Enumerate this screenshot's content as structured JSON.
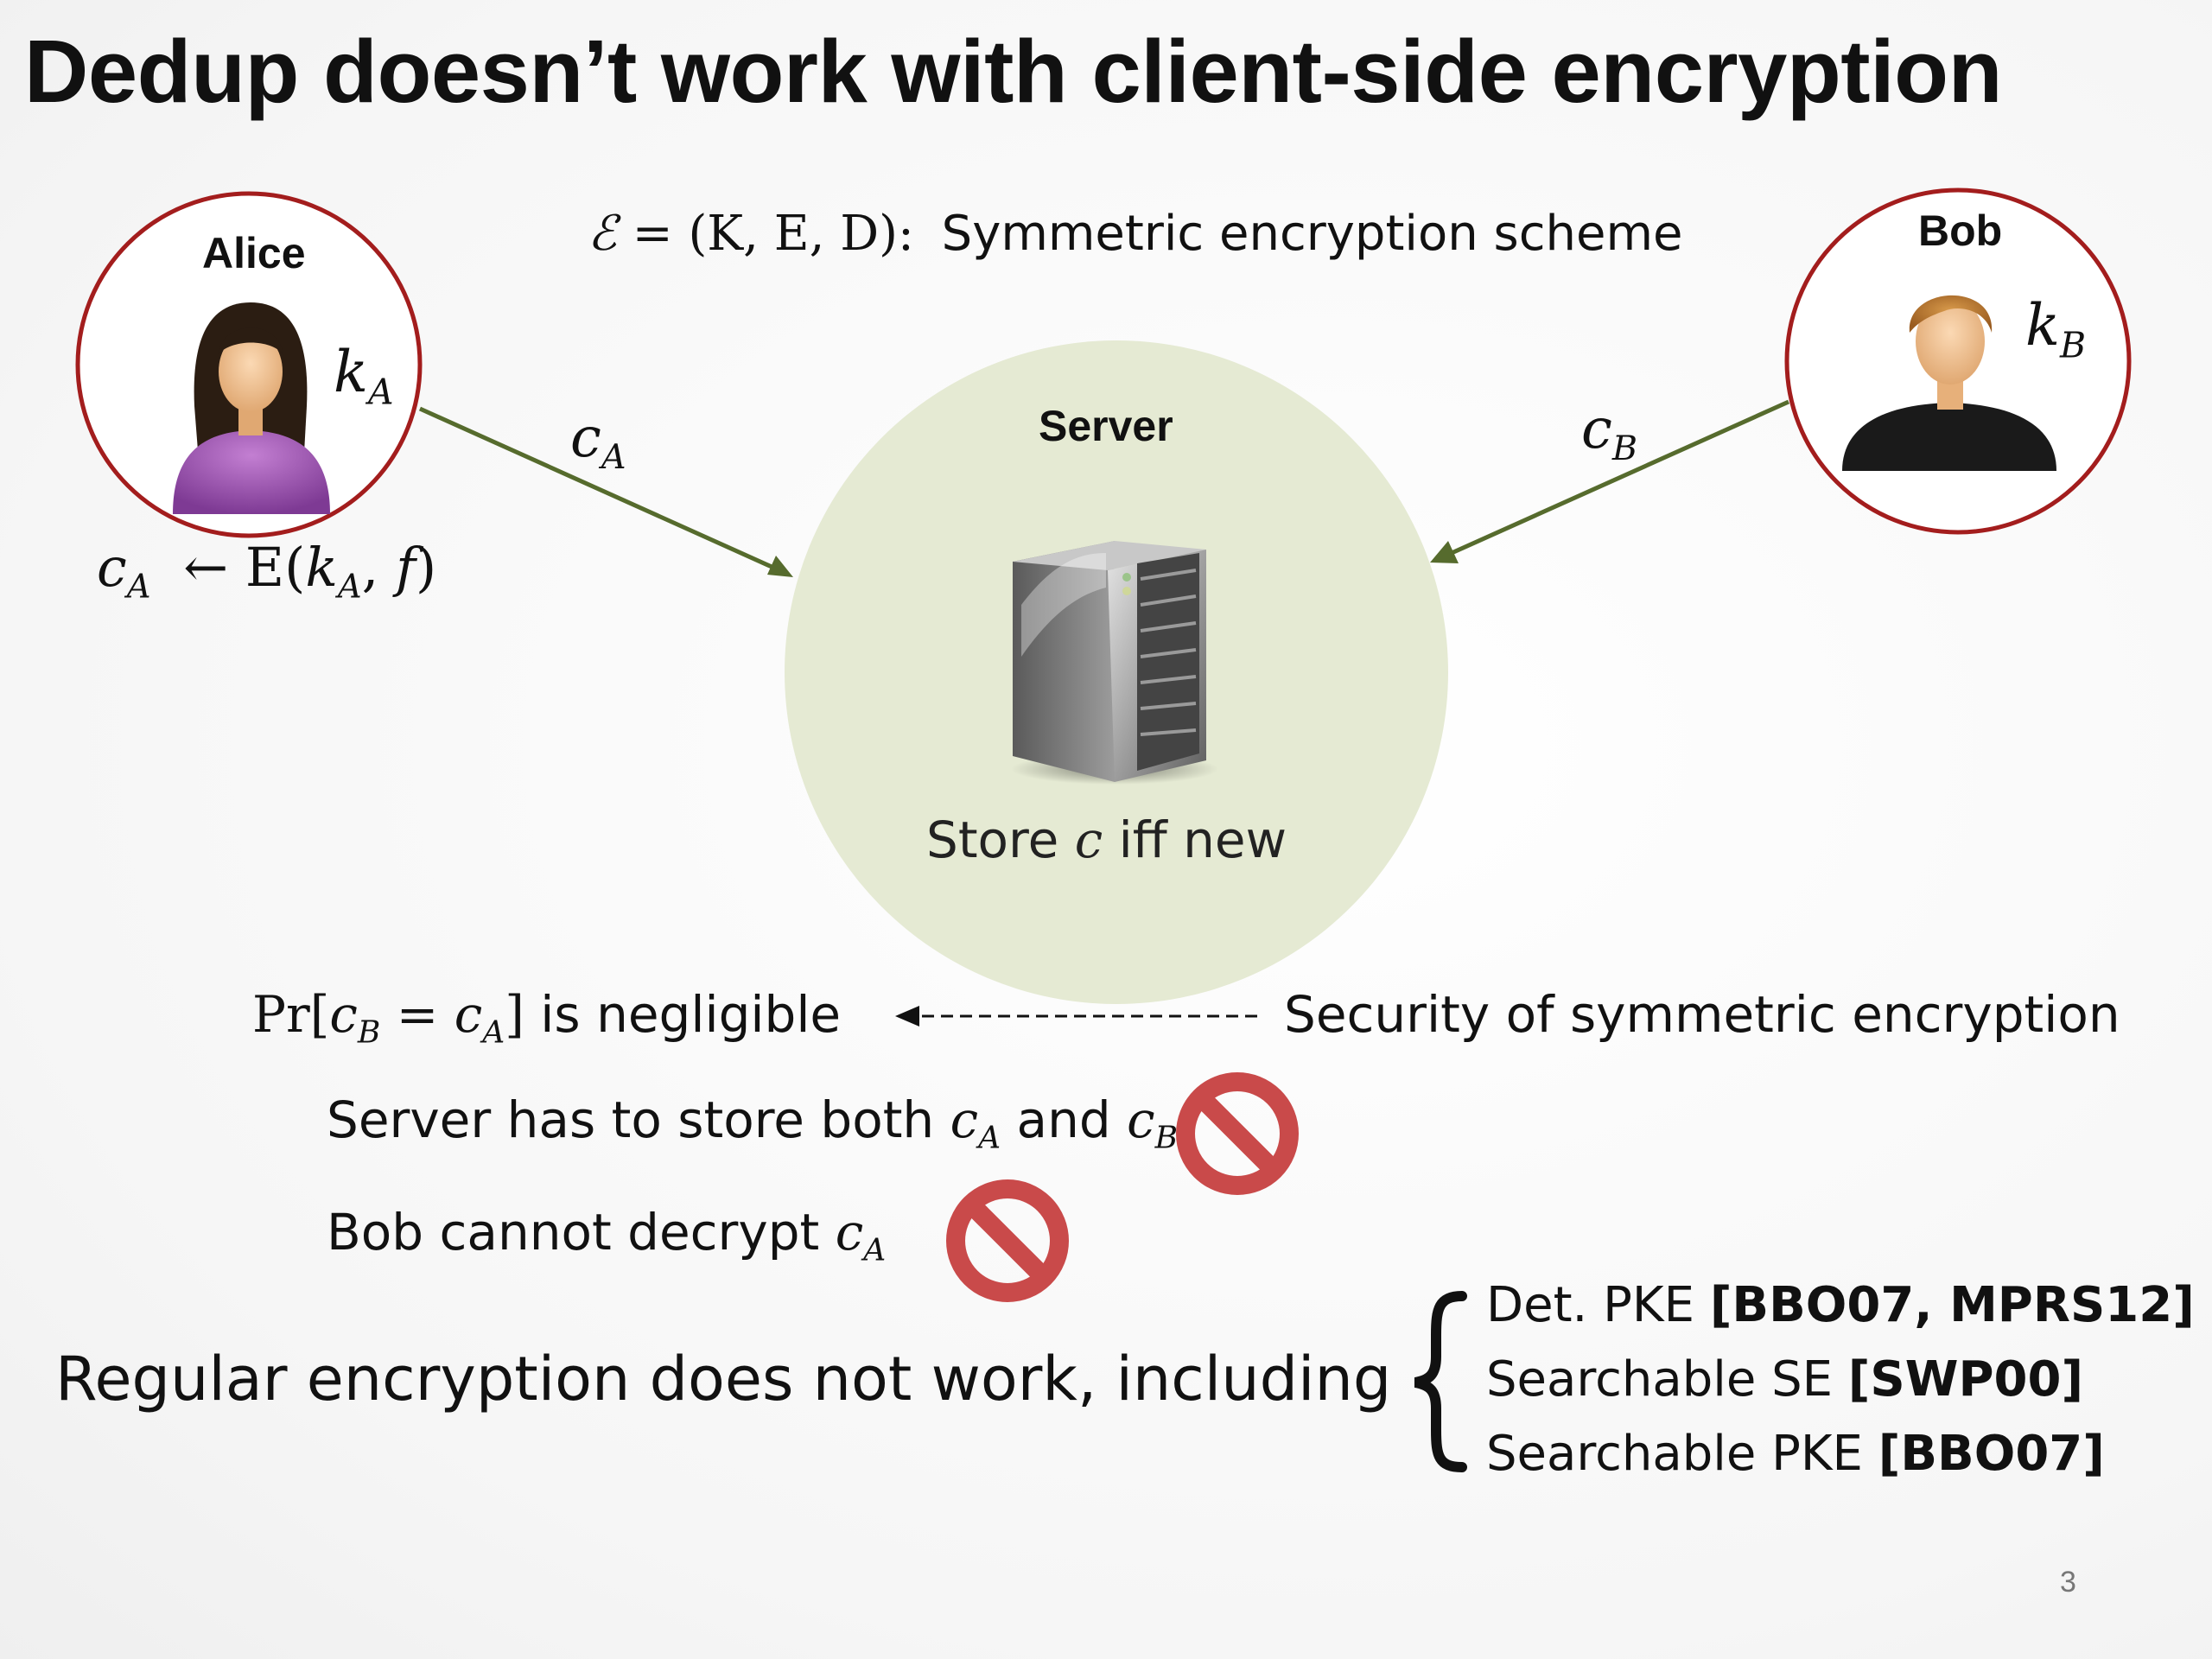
{
  "title": "Dedup doesn’t work with client-side encryption",
  "scheme": {
    "symbol": "ℰ",
    "tuple": "= (K, E, D):",
    "desc": "Symmetric encryption scheme"
  },
  "alice": {
    "name": "Alice",
    "key_letter": "k",
    "key_sub": "A",
    "cipher_letter": "c",
    "cipher_sub": "A",
    "formula_arrow": "←",
    "formula_func": "E(",
    "formula_k": "k",
    "formula_k_sub": "A",
    "formula_rest": ", ",
    "formula_f": "f",
    "formula_close": ")"
  },
  "bob": {
    "name": "Bob",
    "key_letter": "k",
    "key_sub": "B",
    "cipher_letter": "c",
    "cipher_sub": "B"
  },
  "server": {
    "name": "Server",
    "store_prefix": "Store ",
    "store_var": "c",
    "store_suffix": " iff new"
  },
  "claims": {
    "pr_prefix": "Pr[",
    "pr_c1": "c",
    "pr_c1_sub": "B",
    "pr_eq": " = ",
    "pr_c2": "c",
    "pr_c2_sub": "A",
    "pr_close": "]",
    "pr_suffix": " is negligible",
    "security": "Security of symmetric encryption",
    "store_both_prefix": "Server has to store both ",
    "store_both_c1": "c",
    "store_both_c1_sub": "A",
    "store_both_and": " and ",
    "store_both_c2": "c",
    "store_both_c2_sub": "B",
    "decrypt_prefix": "Bob cannot decrypt ",
    "decrypt_c": "c",
    "decrypt_c_sub": "A"
  },
  "regular": "Regular encryption does not work, including",
  "schemes_list": [
    {
      "name": "Det. PKE ",
      "ref": "[BBO07, MPRS12]"
    },
    {
      "name": "Searchable SE ",
      "ref": "[SWP00]"
    },
    {
      "name": "Searchable PKE ",
      "ref": "[BBO07]"
    }
  ],
  "page_number": "3",
  "colors": {
    "circle_border": "#a31d1d",
    "arrow": "#566b2d",
    "server_disc": "#e5ead3",
    "prohibited": "#c94a4a"
  },
  "icons": [
    "alice-avatar-icon",
    "bob-avatar-icon",
    "server-tower-icon",
    "prohibited-icon"
  ]
}
